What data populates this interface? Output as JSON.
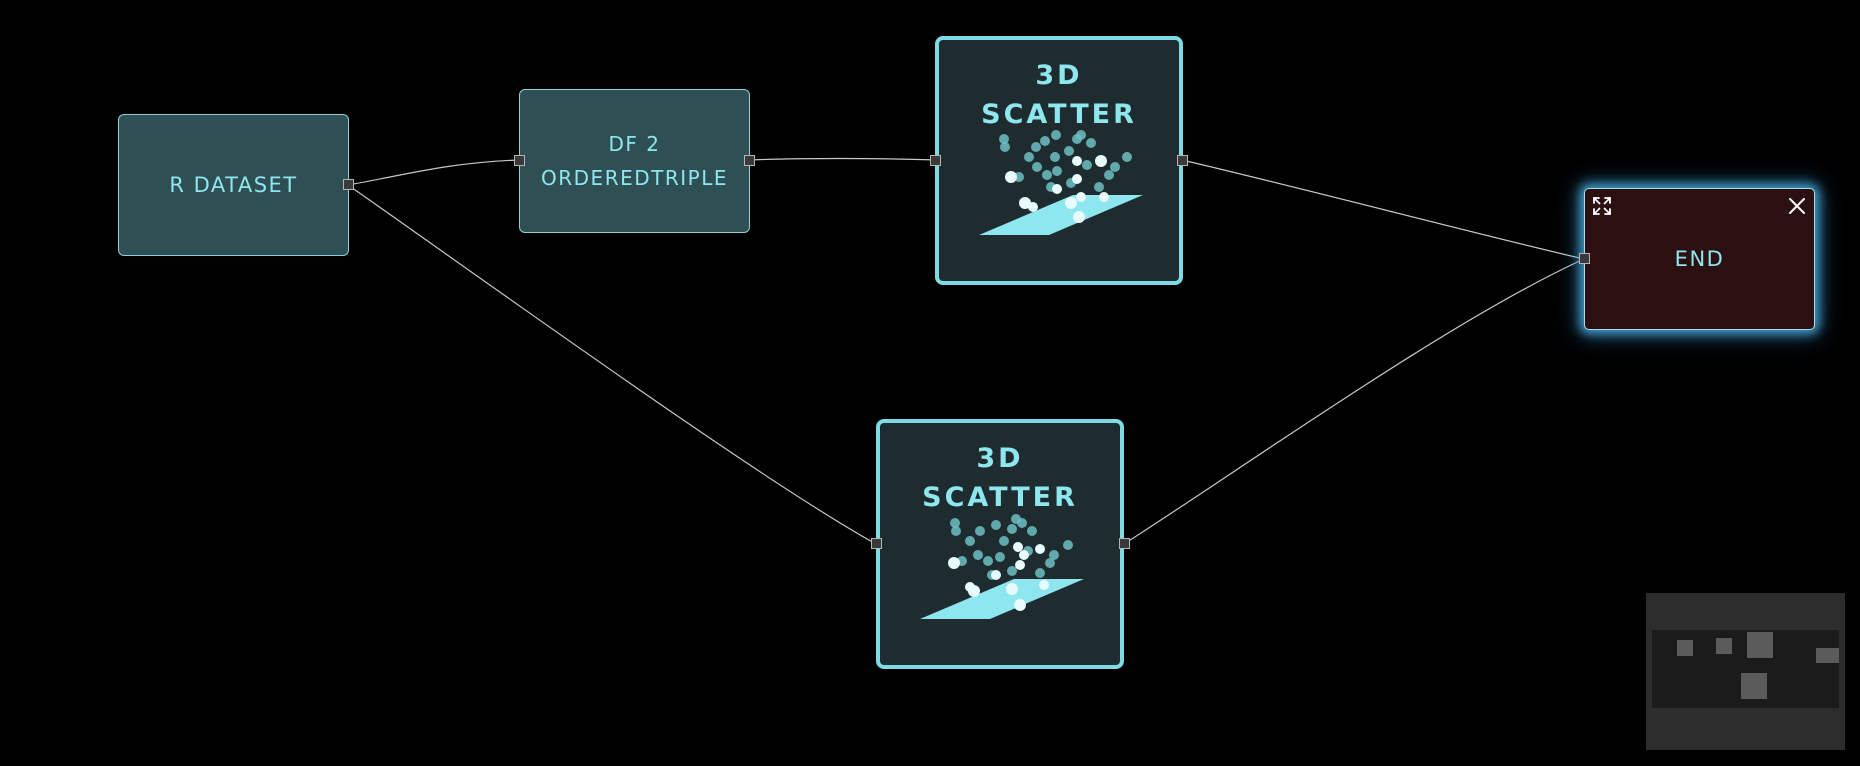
{
  "diagram": {
    "nodes": [
      {
        "id": "r-dataset",
        "type": "plain",
        "lines": [
          "R DATASET"
        ]
      },
      {
        "id": "df2",
        "type": "plain",
        "lines": [
          "DF 2",
          "ORDEREDTRIPLE"
        ]
      },
      {
        "id": "scatter-top",
        "type": "scatter",
        "lines": [
          "3D",
          "SCATTER"
        ],
        "icon": "3d-scatter-icon"
      },
      {
        "id": "scatter-bottom",
        "type": "scatter",
        "lines": [
          "3D",
          "SCATTER"
        ],
        "icon": "3d-scatter-icon"
      },
      {
        "id": "end",
        "type": "end",
        "lines": [
          "END"
        ],
        "buttons": [
          "expand-icon",
          "close-icon"
        ]
      }
    ],
    "edges": [
      {
        "from": "r-dataset",
        "to": "df2"
      },
      {
        "from": "df2",
        "to": "scatter-top"
      },
      {
        "from": "r-dataset",
        "to": "scatter-bottom"
      },
      {
        "from": "scatter-top",
        "to": "end"
      },
      {
        "from": "scatter-bottom",
        "to": "end"
      }
    ]
  },
  "colors": {
    "background": "#000000",
    "node_fill": "#2e4f53",
    "node_text": "#8ee6ee",
    "scatter_fill": "#1e2c30",
    "scatter_border": "#7fdbe3",
    "end_fill": "#2c0f10",
    "end_glow": "#50bef0",
    "edge": "#c8c8c8",
    "minimap": "#2d2d2d"
  },
  "minimap": {
    "label": "minimap"
  }
}
